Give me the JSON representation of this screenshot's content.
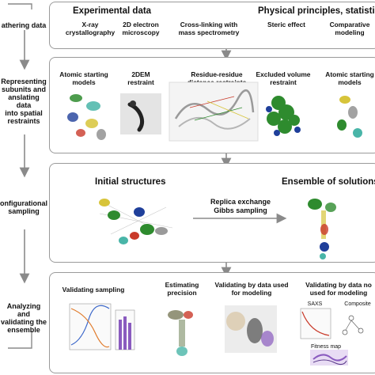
{
  "left_labels": {
    "gathering": "athering data",
    "representing": [
      "Representing",
      "subunits and",
      "anslating data",
      "into spatial",
      "restraints"
    ],
    "configurational": [
      "onfigurational",
      "sampling"
    ],
    "analyzing": [
      "Analyzing and",
      "validating the",
      "ensemble"
    ]
  },
  "panel1": {
    "title_left": "Experimental data",
    "title_right": "Physical principles, statistics",
    "items": [
      [
        "X-ray",
        "crystallography"
      ],
      [
        "2D electron",
        "microscopy"
      ],
      [
        "Cross-linking with",
        "mass spectrometry"
      ],
      [
        "Steric effect"
      ],
      [
        "Comparative",
        "modeling"
      ]
    ]
  },
  "panel2": {
    "items": [
      [
        "Atomic starting",
        "models"
      ],
      [
        "2DEM",
        "restraint"
      ],
      [
        "Residue-residue",
        "distance restraints"
      ],
      [
        "Excluded volume",
        "restraint"
      ],
      [
        "Atomic starting",
        "models"
      ]
    ]
  },
  "panel3": {
    "left_title": "Initial structures",
    "right_title": "Ensemble of solutions",
    "arrow_label": [
      "Replica exchange",
      "Gibbs sampling"
    ]
  },
  "panel4": {
    "items": [
      [
        "Validating sampling"
      ],
      [
        "Estimating",
        "precision"
      ],
      [
        "Validating by data used",
        "for modeling"
      ],
      [
        "Validating by data no",
        "used for modeling"
      ]
    ],
    "saxs": "SAXS",
    "composite": "Composite",
    "fitness": "Fitness map"
  },
  "colors": {
    "border": "#9a9a9a",
    "arrow": "#8a8a8a",
    "green": "#2e8b2e",
    "blue": "#1f3f9a",
    "teal": "#49b5a8",
    "yellow": "#d7c43a",
    "red": "#c93a2a",
    "purple": "#8a5bbf"
  }
}
